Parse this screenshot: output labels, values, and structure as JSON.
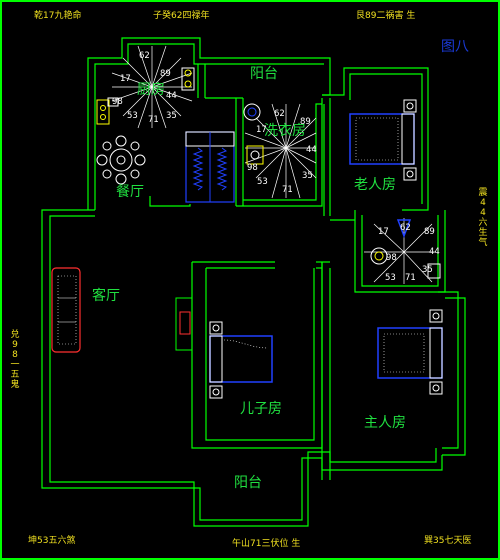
{
  "figure_label": "图八",
  "edge_labels": {
    "top_left": "乾17九艳命",
    "top_center": "子癸62四禄年",
    "top_right": "艮89二祸害 生",
    "right": "震44六生气",
    "left": "兑98一五鬼",
    "bottom_left": "坤53五六煞",
    "bottom_center": "午山71三伏位 生",
    "bottom_right": "巽35七天医"
  },
  "rooms": {
    "kitchen": "厨房",
    "dining": "餐厅",
    "balcony_top": "阳台",
    "laundry": "洗衣房",
    "elder_room": "老人房",
    "living": "客厅",
    "son_room": "儿子房",
    "master_room": "主人房",
    "balcony_bottom": "阳台"
  },
  "bagua_kitchen": {
    "n": "62",
    "ne": "89",
    "e": "44",
    "se": "35",
    "s": "71",
    "sw": "53",
    "w": "98",
    "nw": "17"
  },
  "bagua_laundry": {
    "n": "62",
    "ne": "89",
    "e": "44",
    "se": "35",
    "s": "71",
    "sw": "53",
    "w": "98",
    "nw": "17"
  },
  "bagua_bath": {
    "n": "62",
    "ne": "89",
    "e": "44",
    "se": "35",
    "s": "71",
    "sw": "53",
    "w": "98",
    "nw": "17"
  },
  "colors": {
    "background": "#000000",
    "wall": "#00ff00",
    "room_text": "#20e040",
    "edge_text": "#f0e020",
    "bagua_line": "#ffffff",
    "furniture": "#0000ff",
    "accent": "#ffff00",
    "sofa": "#ff2020"
  }
}
